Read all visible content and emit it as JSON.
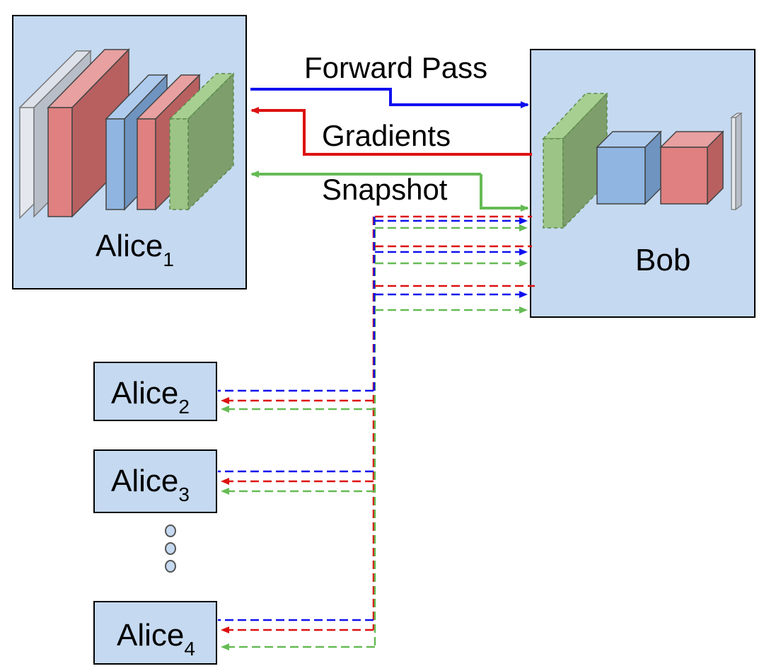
{
  "nodes": {
    "alice1": {
      "name": "Alice",
      "sub": "1"
    },
    "bob": {
      "name": "Bob"
    },
    "alice2": {
      "name": "Alice",
      "sub": "2"
    },
    "alice3": {
      "name": "Alice",
      "sub": "3"
    },
    "alice4": {
      "name": "Alice",
      "sub": "4"
    }
  },
  "arrows": {
    "forward": {
      "label": "Forward Pass",
      "color": "#1010ee"
    },
    "gradients": {
      "label": "Gradients",
      "color": "#dd1111"
    },
    "snapshot": {
      "label": "Snapshot",
      "color": "#66bb55"
    }
  },
  "colors": {
    "box_fill": "#c5d9f0",
    "layer_gray": "#c8ccd4",
    "layer_red": "#e08080",
    "layer_blue": "#8fb5e0",
    "layer_green": "#8fba78"
  }
}
